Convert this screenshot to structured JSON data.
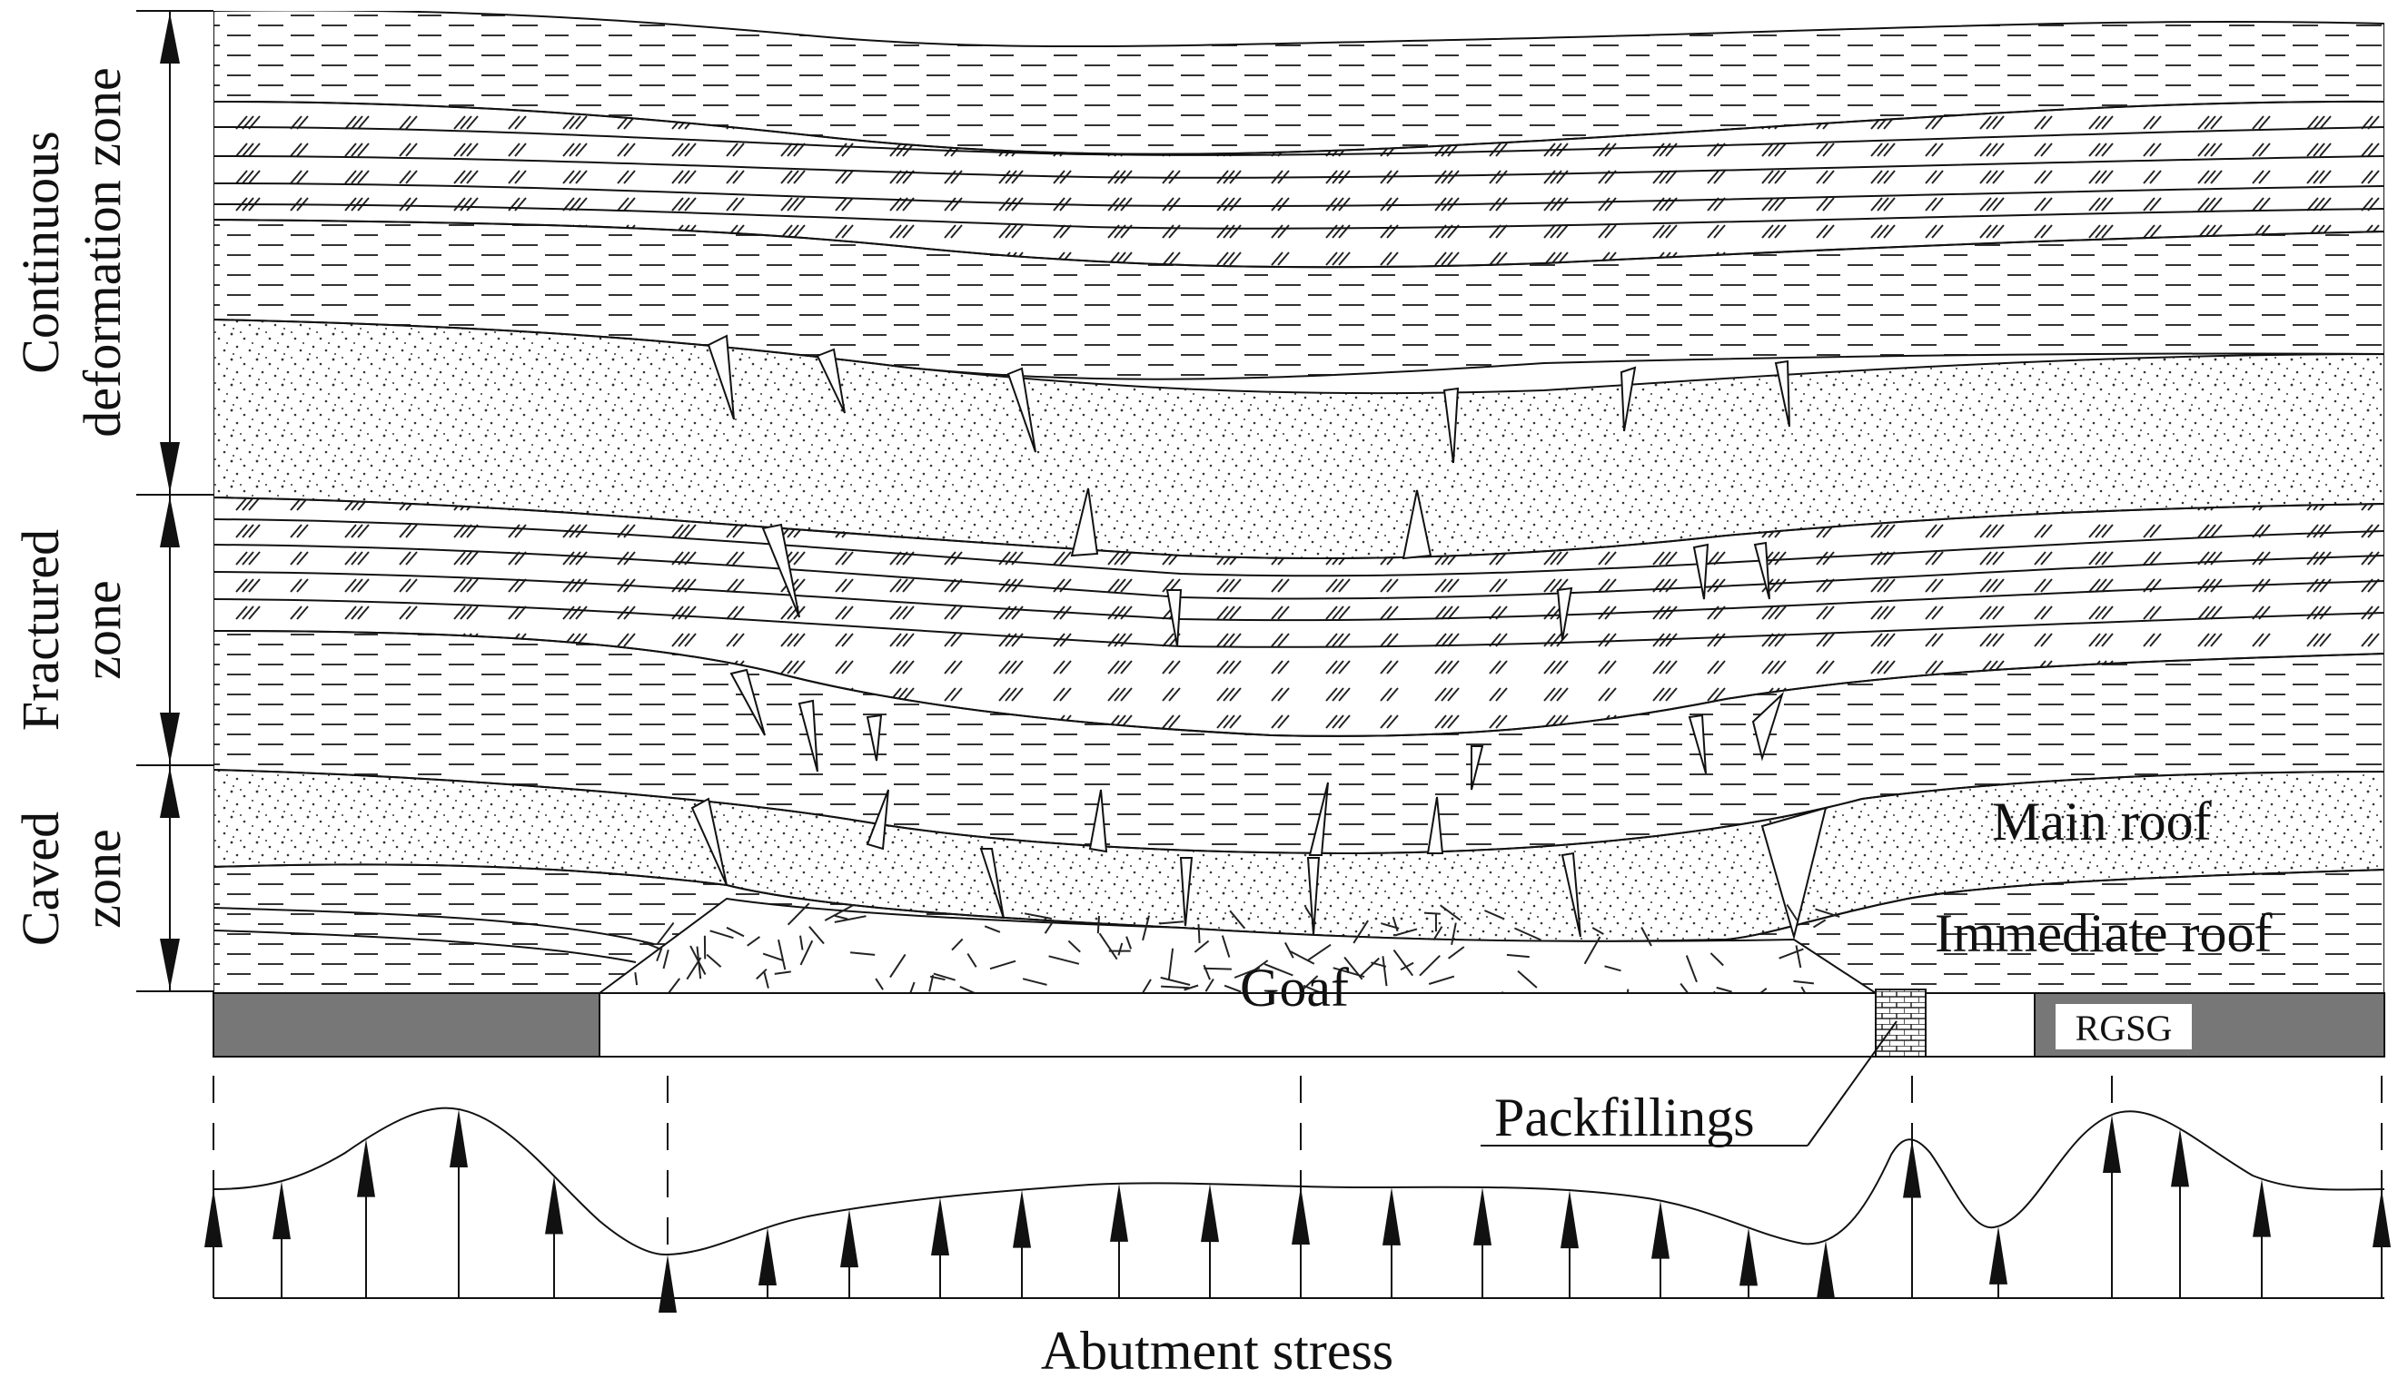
{
  "zones": {
    "continuous": {
      "line1": "Continuous",
      "line2": "deformation zone"
    },
    "fractured": {
      "line1": "Fractured",
      "line2": "zone"
    },
    "caved": {
      "line1": "Caved",
      "line2": "zone"
    }
  },
  "labels": {
    "main_roof": "Main roof",
    "immediate_roof": "Immediate roof",
    "goaf": "Goaf",
    "rgsg": "RGSG",
    "packfillings": "Packfillings",
    "abutment_stress": "Abutment stress"
  },
  "colors": {
    "line": "#111111",
    "coal": "#777777",
    "stipple": "#333333"
  }
}
